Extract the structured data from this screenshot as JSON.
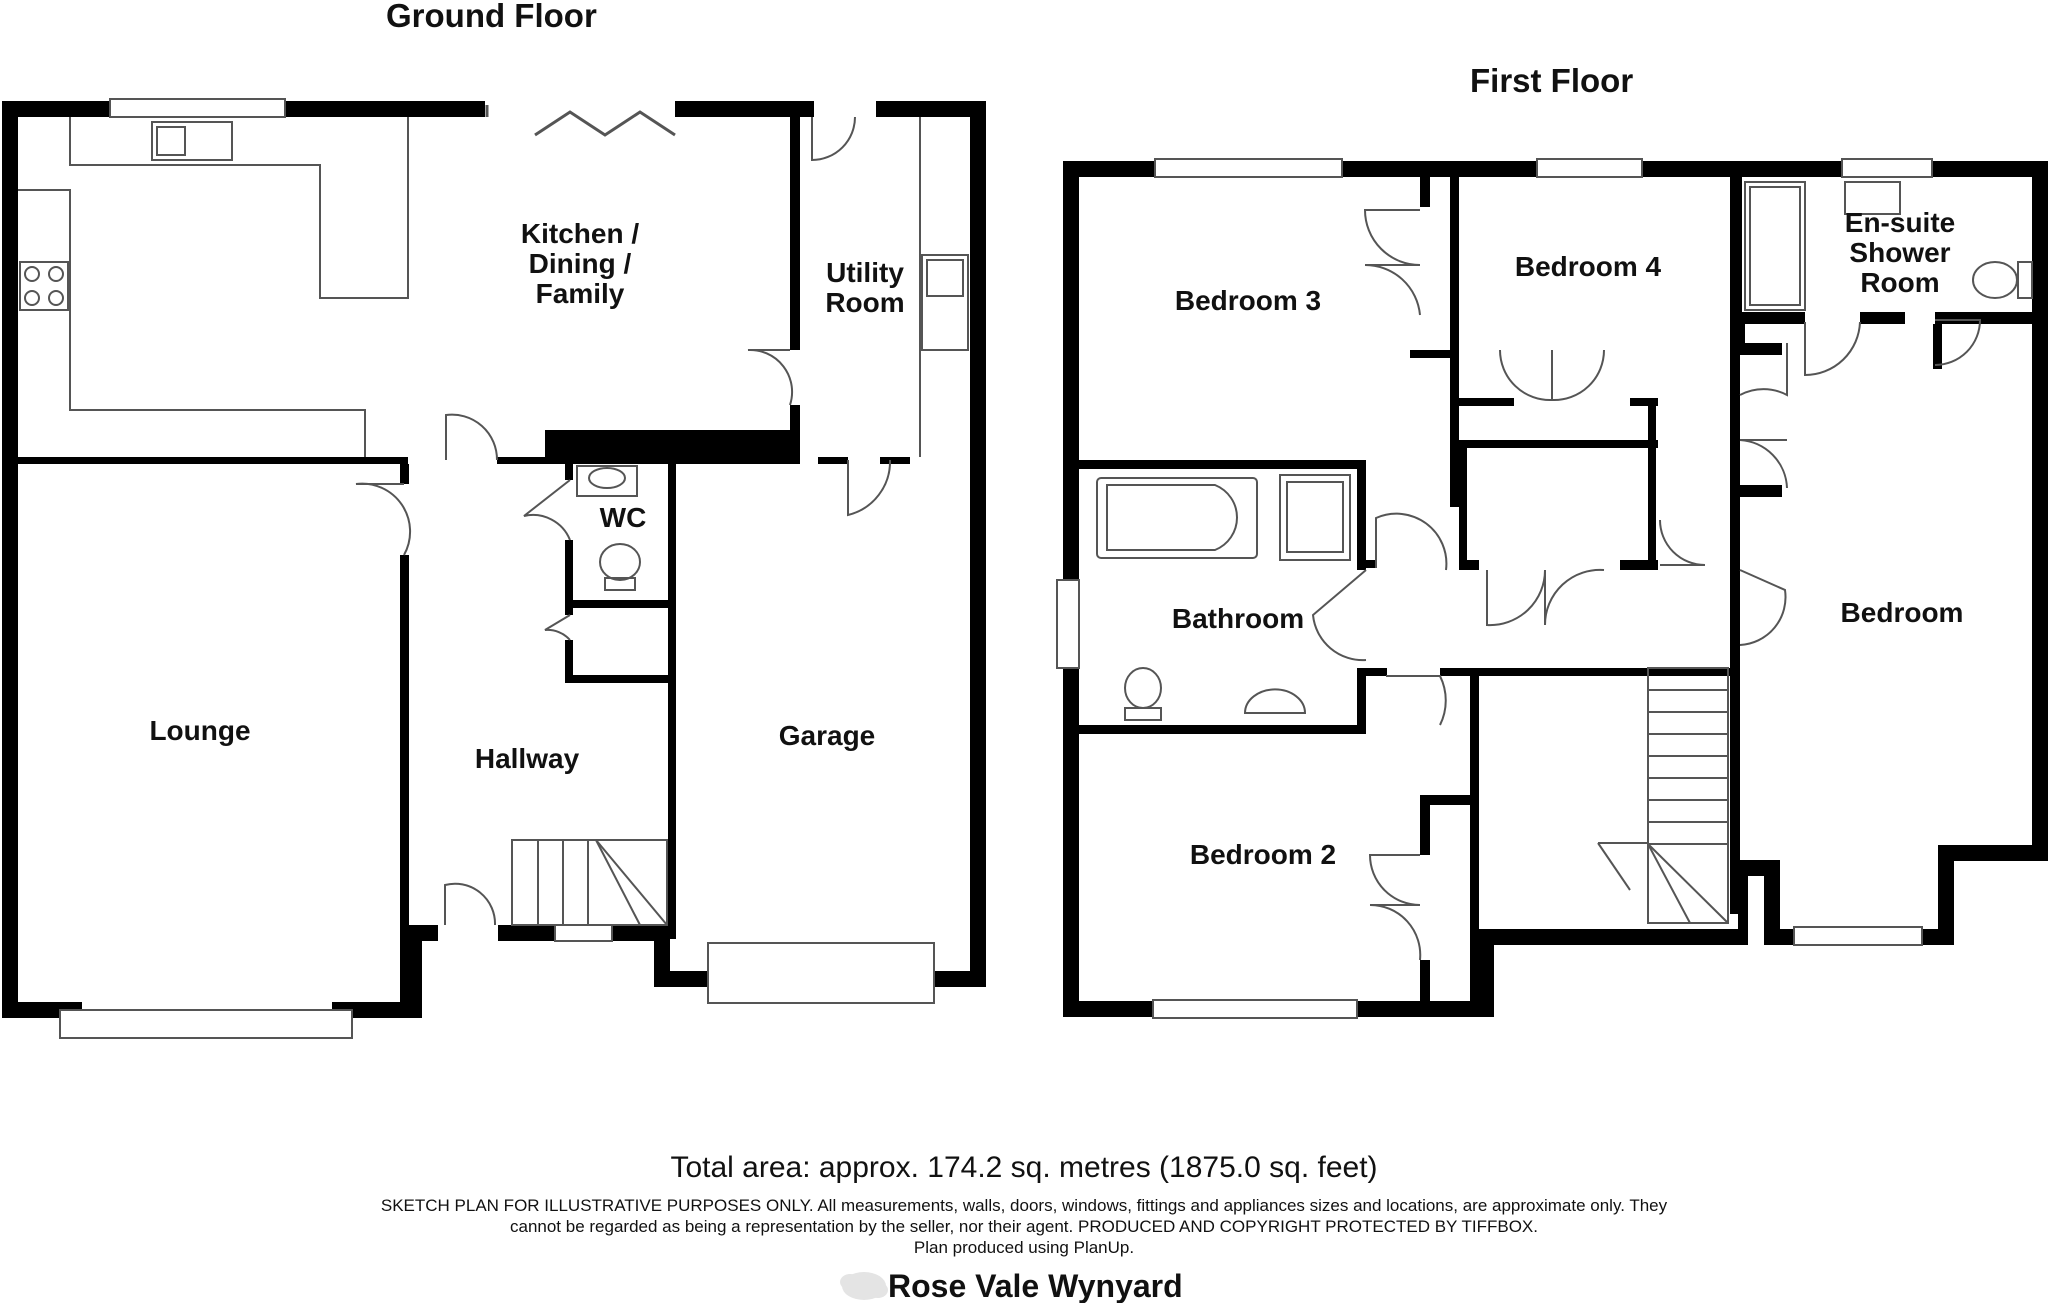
{
  "floors": {
    "ground": {
      "title": "Ground Floor",
      "rooms": {
        "kitchen_line1": "Kitchen /",
        "kitchen_line2": "Dining /",
        "kitchen_line3": "Family",
        "utility_line1": "Utility",
        "utility_line2": "Room",
        "wc": "WC",
        "lounge": "Lounge",
        "hallway": "Hallway",
        "garage": "Garage"
      }
    },
    "first": {
      "title": "First Floor",
      "rooms": {
        "bedroom3": "Bedroom 3",
        "bedroom4": "Bedroom 4",
        "ensuite_line1": "En-suite",
        "ensuite_line2": "Shower",
        "ensuite_line3": "Room",
        "bathroom": "Bathroom",
        "bedroom": "Bedroom",
        "bedroom2": "Bedroom 2"
      }
    }
  },
  "footer": {
    "total_area": "Total area: approx. 174.2 sq. metres (1875.0 sq. feet)",
    "disclaimer_line1": "SKETCH PLAN FOR ILLUSTRATIVE PURPOSES ONLY. All measurements, walls, doors, windows, fittings and appliances sizes and locations, are approximate only. They",
    "disclaimer_line2": "cannot be regarded as being a representation by the seller, nor their agent. PRODUCED AND COPYRIGHT PROTECTED BY TIFFBOX.",
    "disclaimer_line3": "Plan produced using PlanUp.",
    "address": "Rose Vale Wynyard"
  },
  "colors": {
    "wall": "#000000",
    "fixture_stroke": "#555555",
    "background": "#ffffff"
  }
}
